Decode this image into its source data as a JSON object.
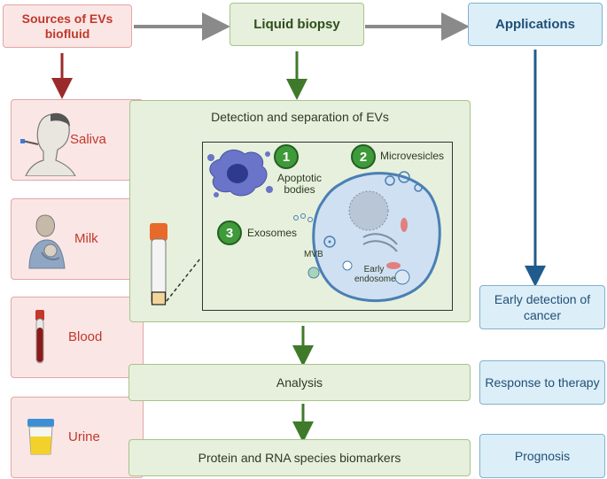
{
  "headers": {
    "sources": "Sources of EVs biofluid",
    "liquid_biopsy": "Liquid biopsy",
    "applications": "Applications"
  },
  "sources": [
    {
      "label": "Saliva",
      "icon": "saliva-icon"
    },
    {
      "label": "Milk",
      "icon": "milk-icon"
    },
    {
      "label": "Blood",
      "icon": "blood-tube-icon"
    },
    {
      "label": "Urine",
      "icon": "urine-cup-icon"
    }
  ],
  "detection": {
    "title": "Detection and separation of EVs",
    "items": [
      {
        "number": "1",
        "label": "Apoptotic bodies"
      },
      {
        "number": "2",
        "label": "Microvesicles"
      },
      {
        "number": "3",
        "label": "Exosomes"
      }
    ],
    "mvb": "MVB",
    "early_endosome": "Early endosome"
  },
  "steps": {
    "analysis": "Analysis",
    "biomarkers": "Protein and RNA species biomarkers"
  },
  "applications": [
    "Early detection of cancer",
    "Response to therapy",
    "Prognosis"
  ],
  "colors": {
    "source_red": "#c0392b",
    "biopsy_green": "#3f7a2a",
    "application_blue": "#1f5b8c",
    "grey_arrow": "#888888"
  }
}
